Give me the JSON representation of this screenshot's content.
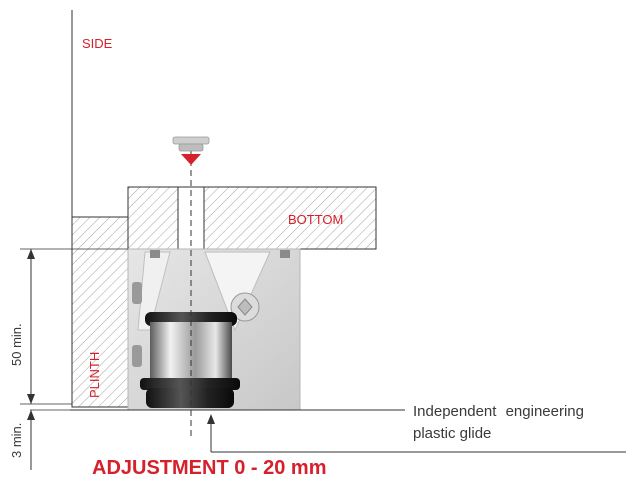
{
  "labels": {
    "side": "SIDE",
    "bottom": "BOTTOM",
    "plinth": "PLINTH",
    "dim_plinth_height": "50 min.",
    "dim_floor_gap": "3 min.",
    "glide_line1": "Independent engineering",
    "glide_line2": "plastic glide",
    "adjustment": "ADJUSTMENT 0 - 20 mm"
  },
  "colors": {
    "accent_red": "#d6202c",
    "line": "#333333",
    "hatch": "#8a8a8a",
    "bracket": "#d9d9d9",
    "glide_dark": "#1c1c1c"
  },
  "icons": {
    "insert_arrow": "down-triangle-red"
  }
}
